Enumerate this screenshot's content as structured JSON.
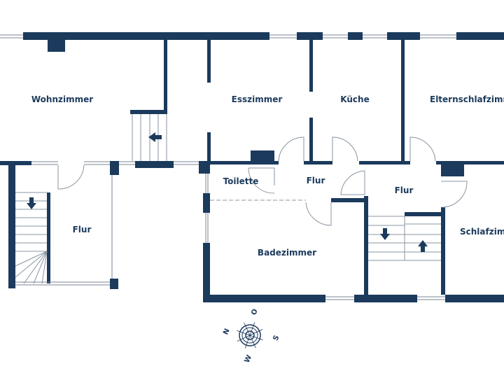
{
  "rooms": {
    "wohnzimmer": "Wohnzimmer",
    "esszimmer": "Esszimmer",
    "kueche": "Küche",
    "elternschlafzimmer": "Elternschlafzimmer",
    "toilette": "Toilette",
    "flur_left": "Flur",
    "flur_mid": "Flur",
    "flur_right": "Flur",
    "badezimmer": "Badezimmer",
    "schlafzimmer": "Schlafzimmer"
  },
  "compass": {
    "n": "N",
    "o": "O",
    "s": "S",
    "w": "W"
  },
  "colors": {
    "wall": "#1b3a5c"
  }
}
